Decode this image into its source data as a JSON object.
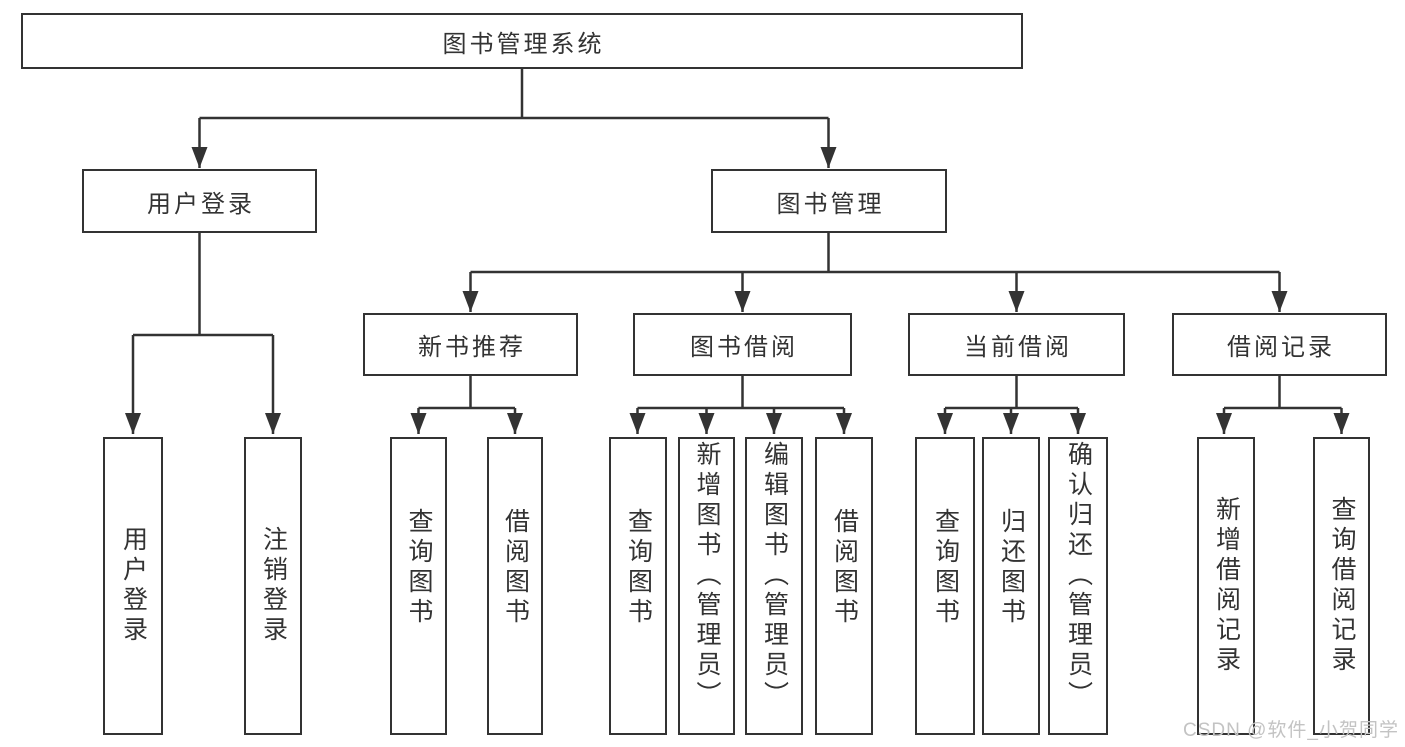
{
  "diagram": {
    "title_node": {
      "label": "图书管理系统"
    },
    "level2": {
      "user_login": {
        "label": "用户登录"
      },
      "book_management": {
        "label": "图书管理"
      }
    },
    "level3": {
      "new_book_recommend": {
        "label": "新书推荐"
      },
      "book_borrow": {
        "label": "图书借阅"
      },
      "current_borrow": {
        "label": "当前借阅"
      },
      "borrow_record": {
        "label": "借阅记录"
      }
    },
    "leaves": {
      "user_login": {
        "label": "用户登录"
      },
      "logout": {
        "label": "注销登录"
      },
      "recommend_query_book": {
        "label": "查询图书"
      },
      "recommend_borrow_book": {
        "label": "借阅图书"
      },
      "borrow_query_book": {
        "label": "查询图书"
      },
      "add_book_admin": {
        "label": "新增图书（管理员）"
      },
      "edit_book_admin": {
        "label": "编辑图书（管理员）"
      },
      "borrow_borrow_book": {
        "label": "借阅图书"
      },
      "current_query_book": {
        "label": "查询图书"
      },
      "return_book": {
        "label": "归还图书"
      },
      "confirm_return_admin": {
        "label": "确认归还（管理员）"
      },
      "add_borrow_record": {
        "label": "新增借阅记录"
      },
      "query_borrow_record": {
        "label": "查询借阅记录"
      }
    },
    "colors": {
      "line": "#333333",
      "box_background": "#ffffff",
      "text": "#333333",
      "watermark": "#c3c3c3"
    }
  },
  "watermark": {
    "text": "CSDN @软件_小贺同学"
  }
}
